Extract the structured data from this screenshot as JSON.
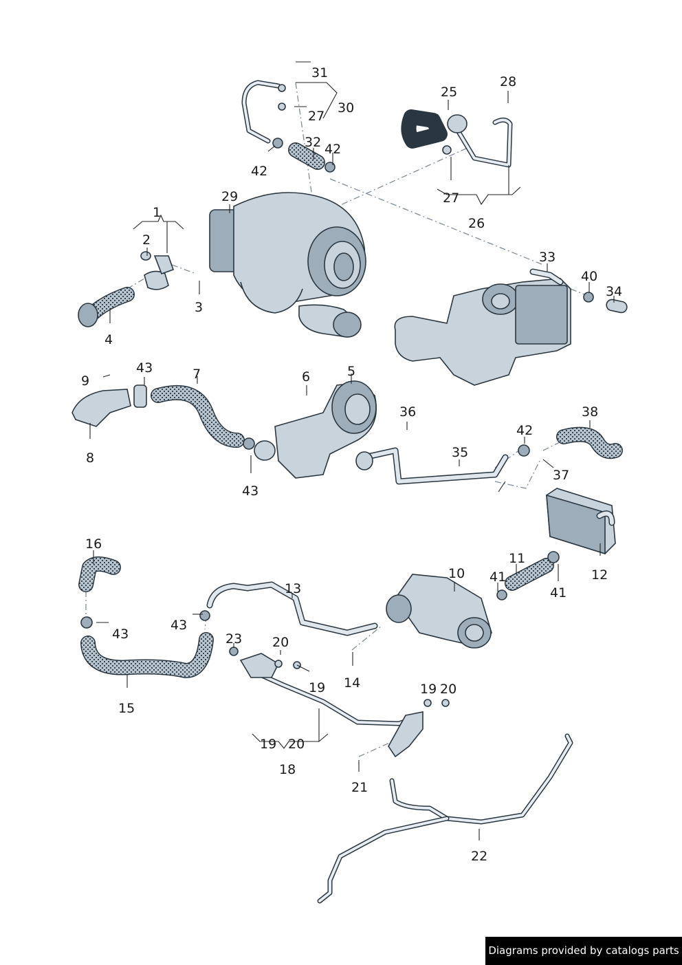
{
  "callouts": [
    "1",
    "2",
    "3",
    "4",
    "5",
    "6",
    "7",
    "8",
    "9",
    "10",
    "11",
    "12",
    "13",
    "14",
    "15",
    "16",
    "19",
    "20",
    "18",
    "21",
    "22",
    "23",
    "25",
    "26",
    "27",
    "28",
    "29",
    "30",
    "31",
    "32",
    "33",
    "34",
    "35",
    "36",
    "37",
    "38",
    "40",
    "41",
    "42",
    "43"
  ],
  "credit": "Diagrams provided by catalogs parts",
  "colors": {
    "part_fill": "#c9d3dc",
    "outline": "#2a3640",
    "leader_dash": "#7f8c99",
    "credit_bg": "#000000"
  }
}
